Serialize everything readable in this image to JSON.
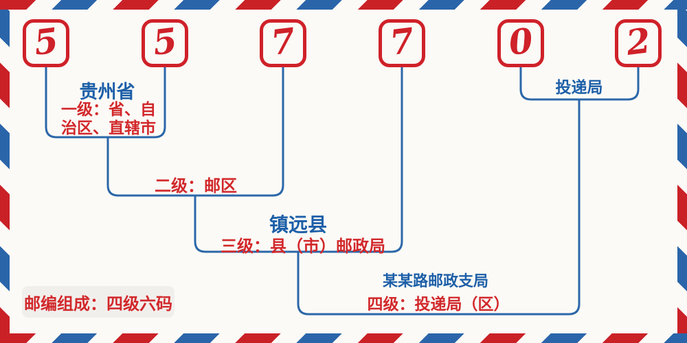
{
  "postal_code": {
    "digits": [
      "5",
      "5",
      "7",
      "7",
      "0",
      "2"
    ]
  },
  "labels": {
    "province": "贵州省",
    "level1_line1": "一级：省、自",
    "level1_line2": "治区、直辖市",
    "level2": "二级：邮区",
    "county": "镇远县",
    "level3": "三级：县（市）邮政局",
    "branch": "某某路邮政支局",
    "level4": "四级：投递局（区）",
    "delivery": "投递局"
  },
  "badge": {
    "text": "邮编组成：四级六码"
  },
  "colors": {
    "stripe_red": "#ca2127",
    "stripe_blue": "#2b65a9",
    "digit_red": "#cf2129",
    "line_blue": "#2b67a9",
    "text_blue": "#1d5fa8",
    "text_red": "#d2282b",
    "background": "#fbfaf6",
    "badge_background": "#f1efec"
  }
}
